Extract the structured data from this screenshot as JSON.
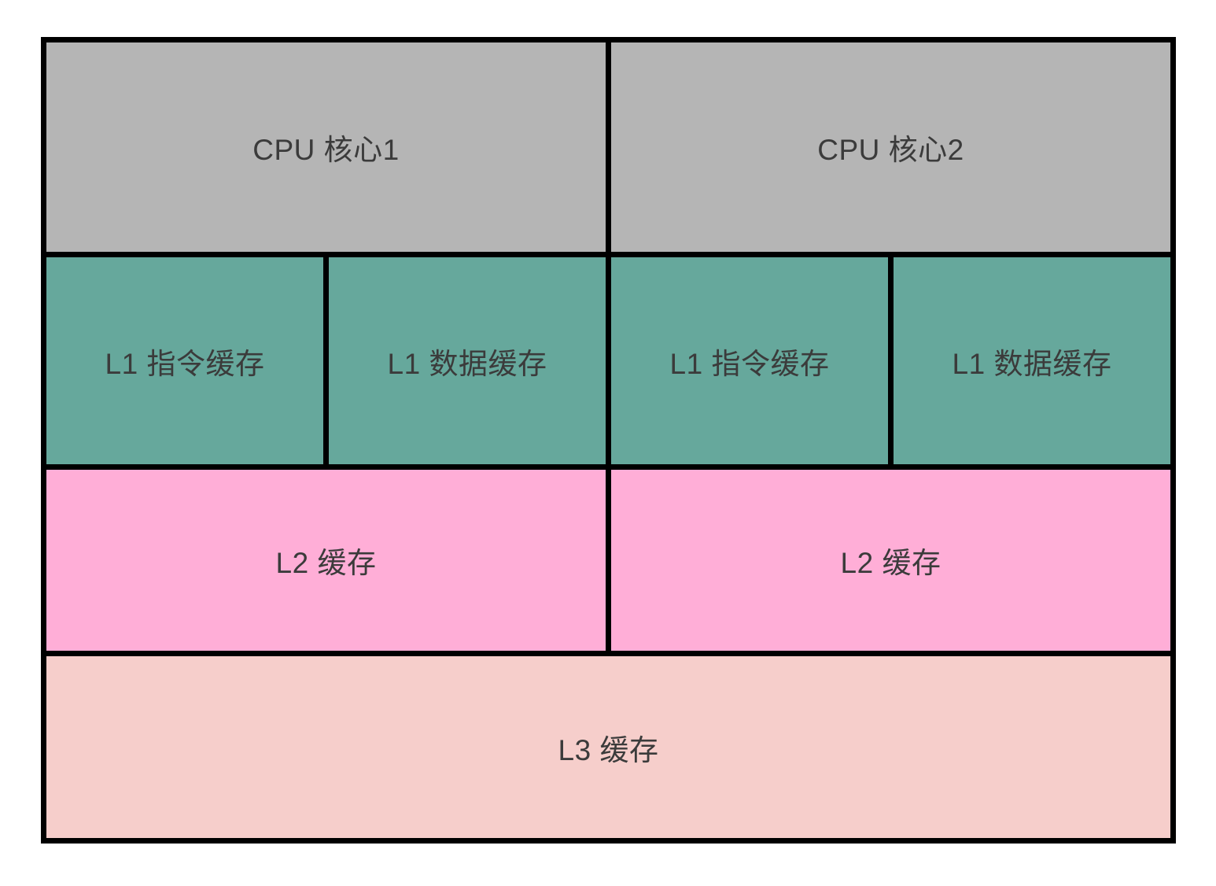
{
  "diagram": {
    "row_cores": [
      {
        "label": "CPU 核心1"
      },
      {
        "label": "CPU 核心2"
      }
    ],
    "row_l1": [
      {
        "label": "L1 指令缓存"
      },
      {
        "label": "L1 数据缓存"
      },
      {
        "label": "L1 指令缓存"
      },
      {
        "label": "L1 数据缓存"
      }
    ],
    "row_l2": [
      {
        "label": "L2 缓存"
      },
      {
        "label": "L2 缓存"
      }
    ],
    "row_l3": {
      "label": "L3 缓存"
    }
  },
  "colors": {
    "page_bg": "#ffffff",
    "line": "#000000",
    "text": "#3b3b3b",
    "core_fill": "#b5b5b5",
    "l1_fill": "#66a89c",
    "l2_fill": "#ffaed7",
    "l3_fill": "#f6cecb"
  }
}
